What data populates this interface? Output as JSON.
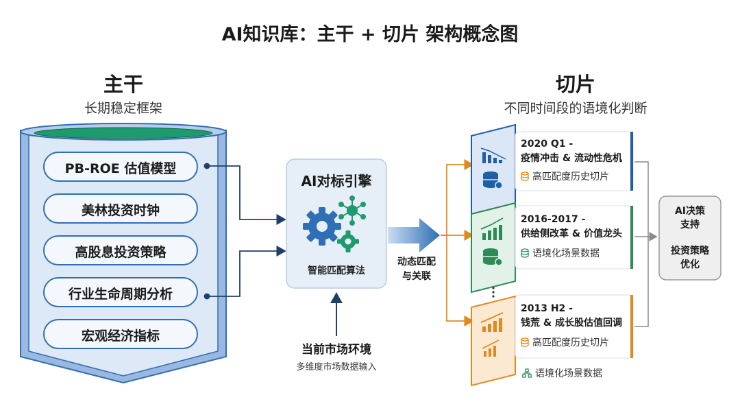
{
  "title": "AI知识库：主干 + 切片 架构概念图",
  "trunk": {
    "heading": "主干",
    "subheading": "长期稳定框架",
    "items": [
      "PB-ROE 估值模型",
      "美林投资时钟",
      "高股息投资策略",
      "行业生命周期分析",
      "宏观经济指标"
    ]
  },
  "engine": {
    "title": "AI对标引擎",
    "subtitle": "智能匹配算法"
  },
  "market_input": {
    "title": "当前市场环境",
    "subtitle": "多维度市场数据输入"
  },
  "flow_label": {
    "line1": "动态匹配",
    "line2": "与关联"
  },
  "slices": {
    "heading": "切片",
    "subheading": "不同时间段的语境化判断",
    "cards": [
      {
        "title1": "2020 Q1 -",
        "title2": "疫情冲击 & 流动性危机",
        "sub": "高匹配度历史切片",
        "accent": "#1f5fa8",
        "icon": "database-icon"
      },
      {
        "title1": "2016-2017 -",
        "title2": "供给侧改革 & 价值龙头",
        "sub": "语境化场景数据",
        "accent": "#2e8b57",
        "icon": "database-icon"
      },
      {
        "title1": "2013 H2 -",
        "title2": "钱荒 & 成长股估值回调",
        "sub": "高匹配度历史切片",
        "accent": "#e08a1e",
        "icon": "database-icon"
      }
    ],
    "extra_label": "语境化场景数据"
  },
  "output": {
    "line1": "AI决策",
    "line2": "支持",
    "line3": "投资策略",
    "line4": "优化"
  },
  "colors": {
    "trunk_blue": "#2f6fb5",
    "trunk_fill": "#dbe7f6",
    "trunk_top": "#1f9a6e",
    "slice_blue": "#1f5fa8",
    "slice_green": "#2e8b57",
    "slice_orange": "#e08a1e",
    "arrow_navy": "#1f3f6b"
  }
}
